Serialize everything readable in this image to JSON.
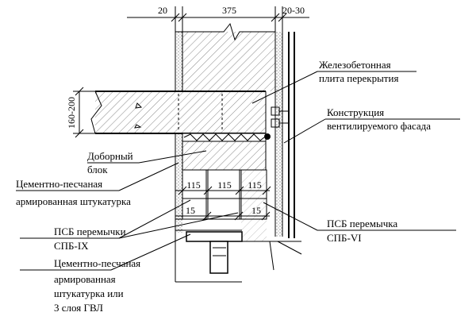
{
  "dimensions": {
    "top_left": "20",
    "top_mid": "375",
    "top_right": "20-30",
    "slab_thickness": "160-200",
    "seg1": "115",
    "seg2": "115",
    "seg3": "115",
    "gap_left": "15",
    "gap_right": "15"
  },
  "labels": {
    "slab": [
      "Железобетонная",
      "плита перекрытия"
    ],
    "facade": [
      "Конструкция",
      "вентилируемого фасада"
    ],
    "block": [
      "Доборный",
      "блок"
    ],
    "plaster1": [
      "Цементно-песчаная",
      "армированная штукатурка"
    ],
    "psb_ix": [
      "ПСБ перемычки",
      "СПБ-IX"
    ],
    "psb_vi": [
      "ПСБ перемычка",
      "СПБ-VI"
    ],
    "plaster2": [
      "Цементно-песчаная",
      "армированная",
      "штукатурка или",
      "3 слоя ГВЛ"
    ]
  },
  "colors": {
    "line": "#000000",
    "hatch": "#555555",
    "background": "#ffffff"
  }
}
